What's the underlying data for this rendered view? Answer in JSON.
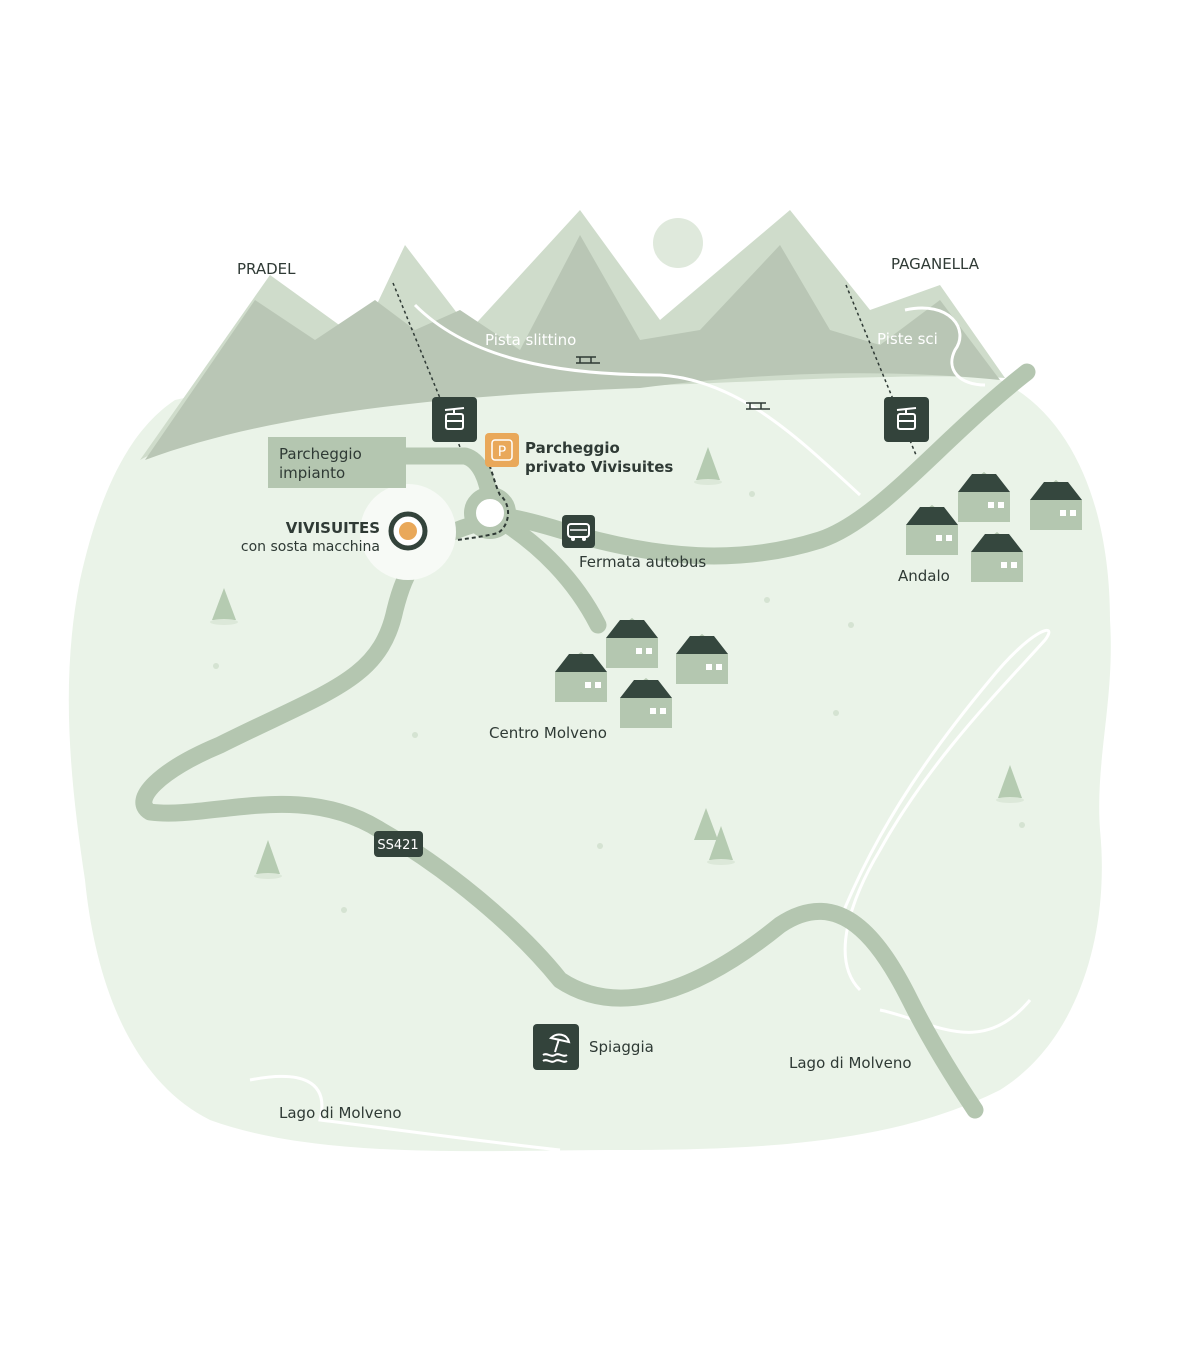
{
  "peaks": {
    "left": "PRADEL",
    "right": "PAGANELLA"
  },
  "trails": {
    "sled": "Pista slittino",
    "ski": "Piste sci"
  },
  "parking": {
    "lift_line1": "Parcheggio",
    "lift_line2": "impianto",
    "private_line1": "Parcheggio",
    "private_line2": "privato Vivisuites",
    "icon_letter": "P"
  },
  "hotel": {
    "name": "VIVISUITES",
    "note": "con sosta macchina"
  },
  "bus": "Fermata autobus",
  "towns": {
    "andalo": "Andalo",
    "molveno": "Centro Molveno"
  },
  "road": "SS421",
  "beach": "Spiaggia",
  "lake": {
    "left": "Lago di Molveno",
    "right": "Lago di Molveno"
  },
  "colors": {
    "land": "#eaf3e8",
    "mountain_dark": "#b9c6b5",
    "mountain_light": "#cfdccb",
    "road": "#b4c6b0",
    "icon_bg": "#33433b",
    "house_wall": "#b4c7b0",
    "house_roof": "#35473e",
    "accent": "#e9a85a",
    "tree": "#b5cbb1"
  },
  "icons": {
    "lift": "cable-car-icon",
    "bus": "bus-icon",
    "beach": "umbrella-icon",
    "parking": "parking-icon",
    "sled": "sled-icon"
  }
}
